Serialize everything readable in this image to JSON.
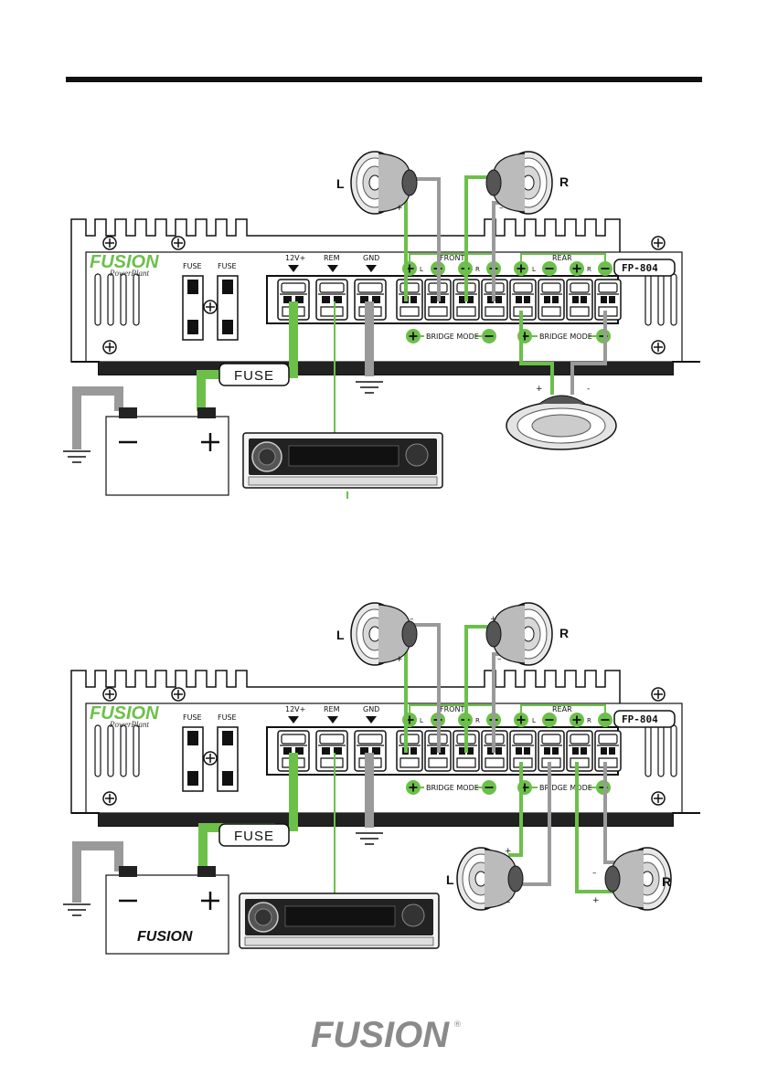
{
  "diagrams": [
    {
      "amp": {
        "brand": "FUSION",
        "tagline": "PowerPlant",
        "model": "FP-804",
        "fuse_labels": [
          "FUSE",
          "FUSE"
        ],
        "power_labels": [
          "12V+",
          "REM",
          "GND"
        ],
        "front_label": "FRONT",
        "rear_label": "REAR",
        "channel_labels": [
          "L",
          "R",
          "L",
          "R"
        ],
        "bridge_labels": [
          "BRIDGE MODE",
          "BRIDGE MODE"
        ]
      },
      "inline_fuse": "FUSE",
      "speaker_labels": [
        "L",
        "R"
      ],
      "battery_brand": ""
    },
    {
      "amp": {
        "brand": "FUSION",
        "tagline": "PowerPlant",
        "model": "FP-804",
        "fuse_labels": [
          "FUSE",
          "FUSE"
        ],
        "power_labels": [
          "12V+",
          "REM",
          "GND"
        ],
        "front_label": "FRONT",
        "rear_label": "REAR",
        "channel_labels": [
          "L",
          "R",
          "L",
          "R"
        ],
        "bridge_labels": [
          "BRIDGE MODE",
          "BRIDGE MODE"
        ]
      },
      "inline_fuse": "FUSE",
      "speaker_labels": [
        "L",
        "R",
        "L",
        "R"
      ],
      "battery_brand": "FUSION"
    }
  ],
  "footer_logo": "FUSION",
  "colors": {
    "green": "#6cc04a",
    "gray": "#9a9a9a",
    "dark": "#111111"
  }
}
